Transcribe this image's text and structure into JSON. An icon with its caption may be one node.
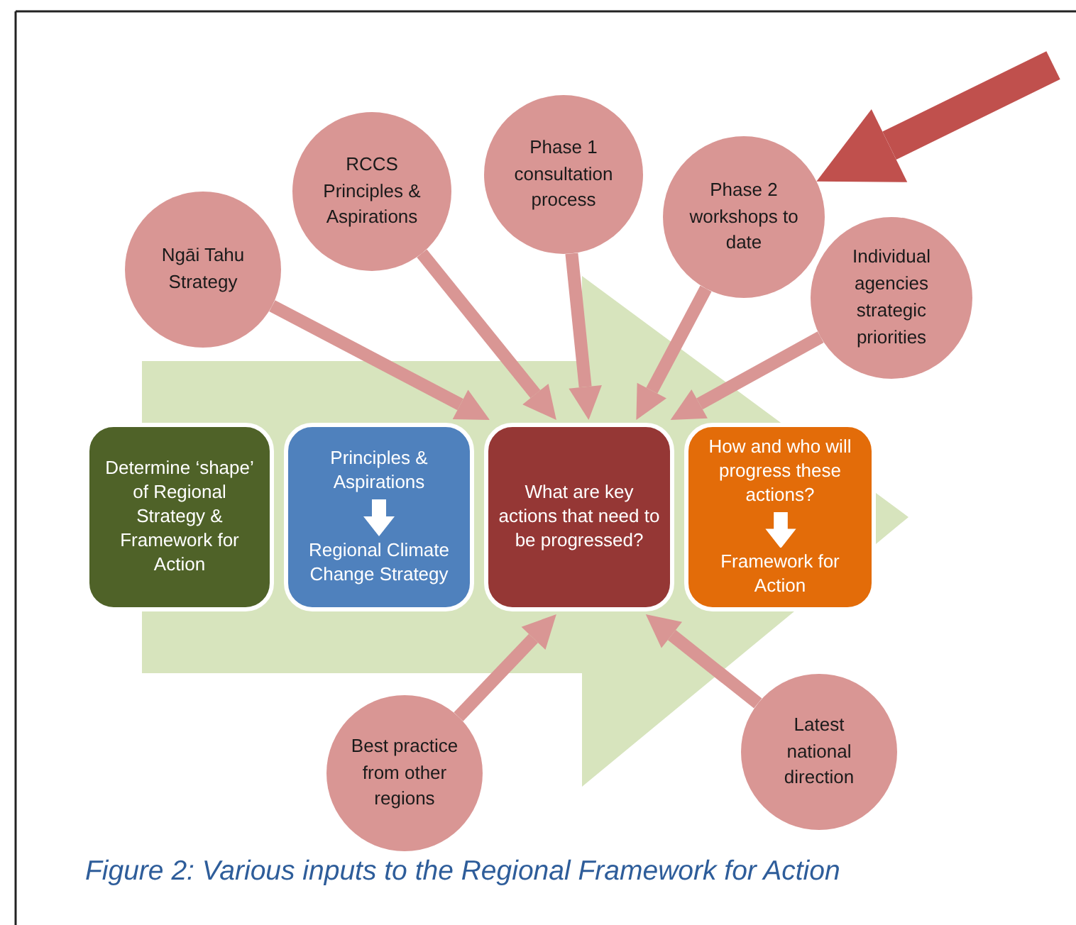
{
  "diagram": {
    "caption": "Figure 2: Various inputs to the Regional Framework for Action",
    "nodes": [
      {
        "text": [
          "Determine ‘shape’ of Regional Strategy & Framework for Action"
        ]
      },
      {
        "text": [
          "Principles & Aspirations",
          "Regional Climate Change Strategy"
        ]
      },
      {
        "text": [
          "What are key actions that need to be progressed?"
        ]
      },
      {
        "text": [
          "How and who will progress these actions?",
          "Framework for Action"
        ]
      },
      {
        "text": [
          "Ngāi Tahu Strategy"
        ]
      },
      {
        "text": [
          "RCCS Principles & Aspirations"
        ]
      },
      {
        "text": [
          "Phase 1 consultation process"
        ]
      },
      {
        "text": [
          "Phase 2 workshops to date"
        ]
      },
      {
        "text": [
          "Individual agencies strategic priorities"
        ]
      },
      {
        "text": [
          "Best practice from other regions"
        ]
      },
      {
        "text": [
          "Latest national direction"
        ]
      }
    ],
    "edges": [
      {
        "from": 4,
        "to": 2,
        "arrow": "to"
      },
      {
        "from": 5,
        "to": 2,
        "arrow": "to"
      },
      {
        "from": 6,
        "to": 2,
        "arrow": "to"
      },
      {
        "from": 7,
        "to": 2,
        "arrow": "to"
      },
      {
        "from": 8,
        "to": 2,
        "arrow": "to"
      },
      {
        "from": 9,
        "to": 2,
        "arrow": "to"
      },
      {
        "from": 10,
        "to": 2,
        "arrow": "to"
      },
      {
        "from": null,
        "to": 7,
        "arrow": "to",
        "style": "thick",
        "color": "#c0504d"
      },
      {
        "from": 0,
        "to": 3,
        "arrow": "to",
        "style": "thick",
        "color": "#d7e4bd"
      }
    ]
  }
}
